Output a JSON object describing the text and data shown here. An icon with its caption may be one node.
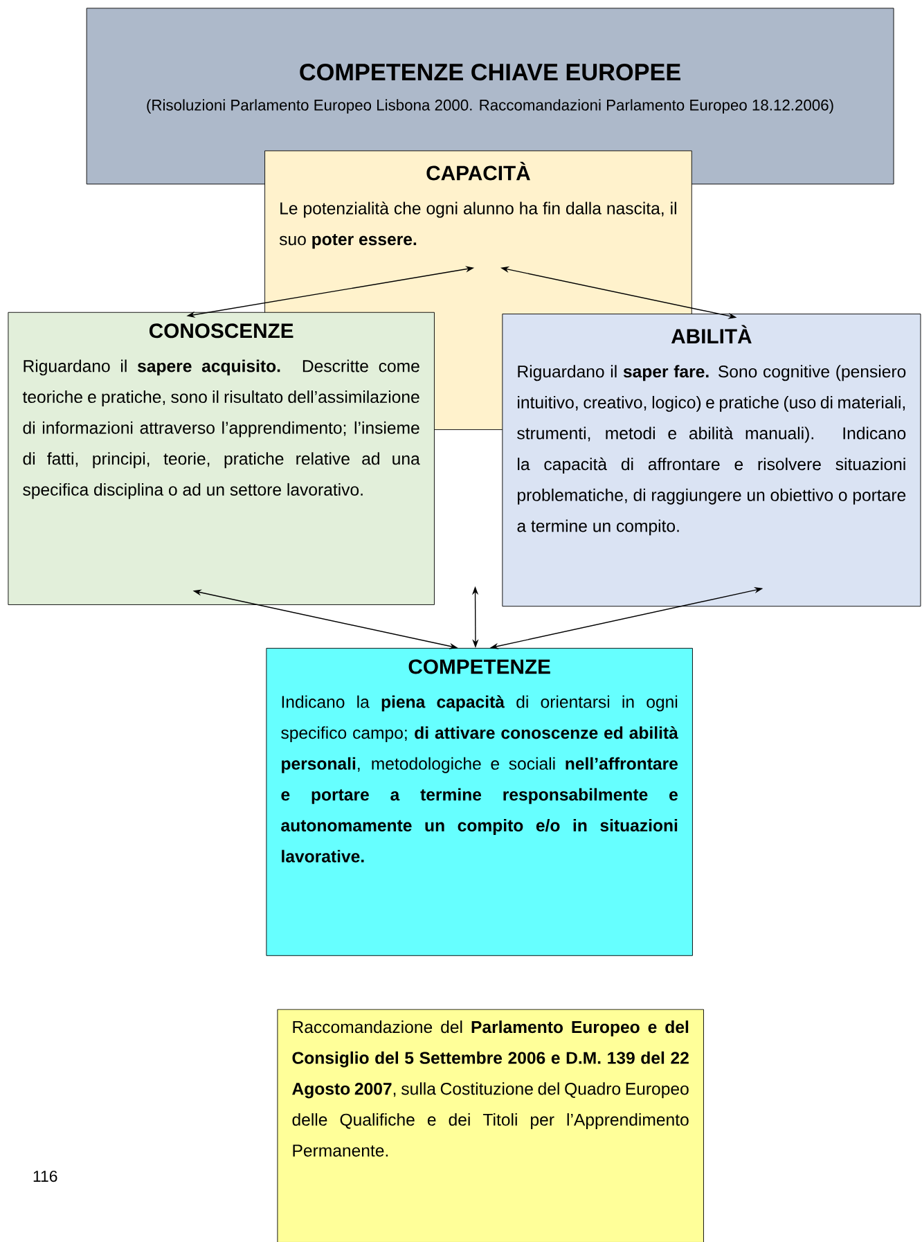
{
  "diagram": {
    "nodes": [
      {
        "text": [
          "COMPETENZE CHIAVE EUROPEE",
          "(Risoluzioni Parlamento Europeo Lisbona 2000. Raccomandazioni Parlamento Europeo 18.12.2006)"
        ]
      },
      {
        "text": [
          "CAPACITÀ",
          "Le potenzialità che ogni alunno ha fin dalla nascita, il suo **poter essere.**"
        ]
      },
      {
        "text": [
          "CONOSCENZE",
          "Riguardano il **sapere acquisito.** Descritte come teoriche e pratiche, sono il risultato dell’assimilazione di informazioni attraverso l’apprendimento; l’insieme di fatti, principi, teorie, pratiche relative ad una specifica disciplina o ad un settore lavorativo."
        ]
      },
      {
        "text": [
          "ABILITÀ",
          "Riguardano il **saper fare.** Sono cognitive (pensiero intuitivo, creativo, logico) e pratiche (uso di materiali, strumenti, metodi e abilità manuali). Indicano la capacità di affrontare e risolvere situazioni problematiche, di raggiungere un obiettivo o portare a termine un compito."
        ]
      },
      {
        "text": [
          "COMPETENZE",
          "Indicano la **piena capacità** di orientarsi in ogni specifico campo; **di attivare conoscenze ed abilità personali**, metodologiche e sociali **nell’affrontare e portare a termine responsabilmente e autonomamente un compito e/o in situazioni lavorative.**"
        ]
      },
      {
        "text": [
          "Raccomandazione del **Parlamento Europeo e del Consiglio del 5 Settembre 2006 e D.M. 139 del 22 Agosto 2007**, sulla Costituzione del Quadro Europeo delle Qualifiche e dei Titoli per l’Apprendimento Permanente."
        ]
      }
    ],
    "edges": [
      {
        "from": 2,
        "to": 1,
        "arrow": "both"
      },
      {
        "from": 1,
        "to": 3,
        "arrow": "both"
      },
      {
        "from": 2,
        "to": 4,
        "arrow": "both"
      },
      {
        "from": 3,
        "to": 4,
        "arrow": "both"
      },
      {
        "from": null,
        "to": 4,
        "arrow": "both"
      }
    ],
    "labels": [
      "116"
    ]
  }
}
